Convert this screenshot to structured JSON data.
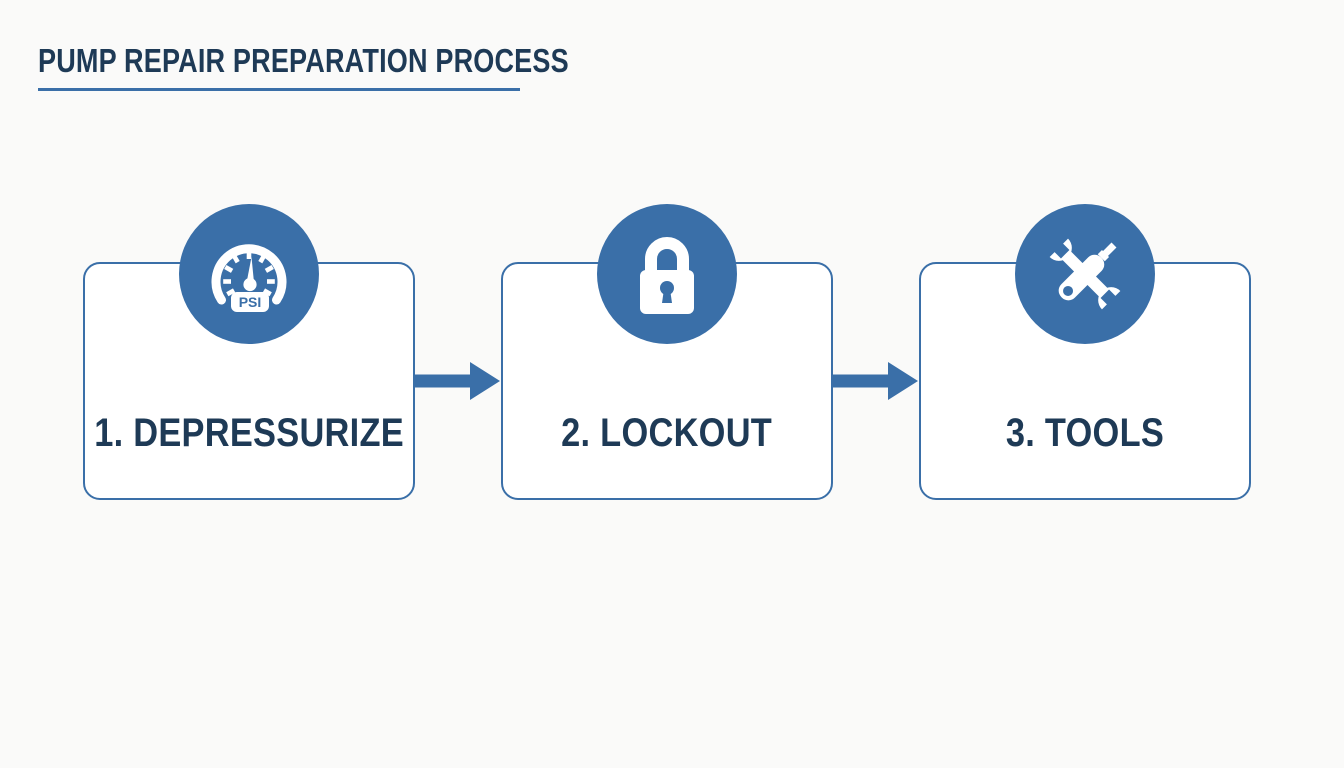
{
  "page": {
    "title": "PUMP REPAIR PREPARATION PROCESS",
    "background_color": "#fafaf9"
  },
  "theme": {
    "accent_blue": "#3a6fa8",
    "text_navy": "#1e3a56",
    "card_background": "#ffffff",
    "icon_glyph_color": "#ffffff"
  },
  "flow": {
    "arrow_label": "next-step-arrow",
    "steps": [
      {
        "number": "1.",
        "label": "1. DEPRESSURIZE",
        "icon": "pressure-gauge-icon",
        "icon_text": "PSI"
      },
      {
        "number": "2.",
        "label": "2. LOCKOUT",
        "icon": "padlock-icon",
        "icon_text": ""
      },
      {
        "number": "3.",
        "label": "3. TOOLS",
        "icon": "wrench-screwdriver-icon",
        "icon_text": ""
      }
    ]
  }
}
